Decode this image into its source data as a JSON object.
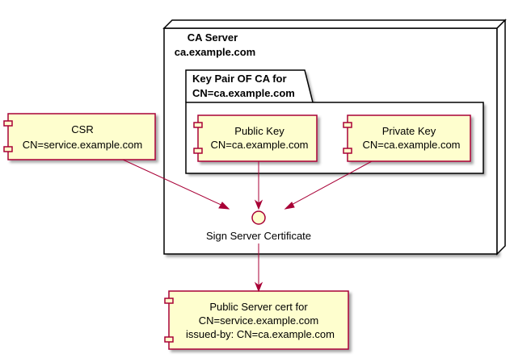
{
  "node": {
    "title_line1": "CA Server",
    "title_line2": "ca.example.com"
  },
  "package": {
    "title_line1": "Key Pair OF CA for",
    "title_line2": "CN=ca.example.com"
  },
  "components": {
    "csr": {
      "line1": "CSR",
      "line2": "CN=service.example.com"
    },
    "public_key": {
      "line1": "Public Key",
      "line2": "CN=ca.example.com"
    },
    "private_key": {
      "line1": "Private Key",
      "line2": "CN=ca.example.com"
    },
    "server_cert": {
      "line1": "Public Server cert for",
      "line2": "CN=service.example.com",
      "line3": "issued-by: CN=ca.example.com"
    }
  },
  "interface": {
    "label": "Sign Server Certificate"
  },
  "colors": {
    "component_fill": "#FEFECE",
    "component_border": "#A80036",
    "arrow": "#A80036",
    "node_border": "#000000"
  }
}
